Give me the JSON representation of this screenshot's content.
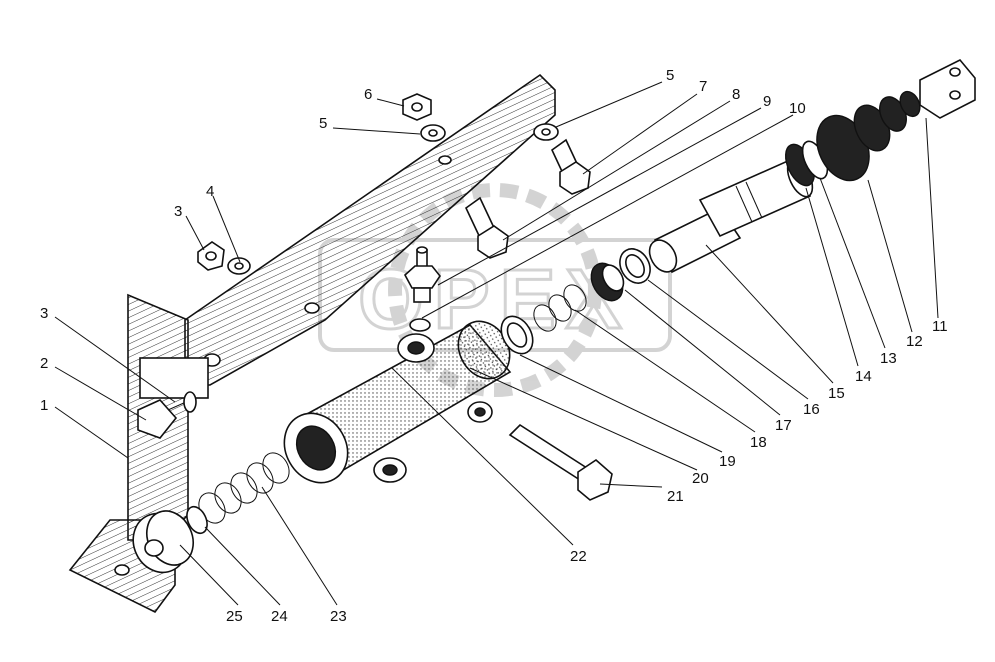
{
  "watermark": "OPEX",
  "callouts": [
    {
      "id": "1",
      "text": "1"
    },
    {
      "id": "2",
      "text": "2"
    },
    {
      "id": "3a",
      "text": "3"
    },
    {
      "id": "3b",
      "text": "3"
    },
    {
      "id": "4",
      "text": "4"
    },
    {
      "id": "5a",
      "text": "5"
    },
    {
      "id": "5b",
      "text": "5"
    },
    {
      "id": "6",
      "text": "6"
    },
    {
      "id": "7",
      "text": "7"
    },
    {
      "id": "8",
      "text": "8"
    },
    {
      "id": "9",
      "text": "9"
    },
    {
      "id": "10",
      "text": "10"
    },
    {
      "id": "11",
      "text": "11"
    },
    {
      "id": "12",
      "text": "12"
    },
    {
      "id": "13",
      "text": "13"
    },
    {
      "id": "14",
      "text": "14"
    },
    {
      "id": "15",
      "text": "15"
    },
    {
      "id": "16",
      "text": "16"
    },
    {
      "id": "17",
      "text": "17"
    },
    {
      "id": "18",
      "text": "18"
    },
    {
      "id": "19",
      "text": "19"
    },
    {
      "id": "20",
      "text": "20"
    },
    {
      "id": "21",
      "text": "21"
    },
    {
      "id": "22",
      "text": "22"
    },
    {
      "id": "23",
      "text": "23"
    },
    {
      "id": "24",
      "text": "24"
    },
    {
      "id": "25",
      "text": "25"
    }
  ]
}
